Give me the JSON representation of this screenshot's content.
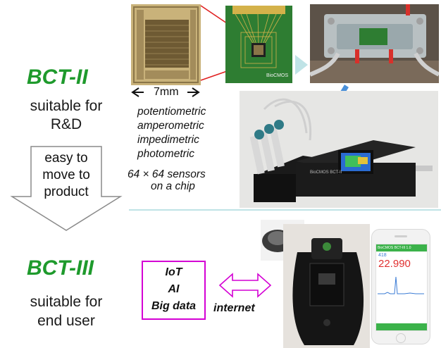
{
  "bct2": {
    "title": "BCT-II",
    "line1": "suitable for",
    "line2": "R&D"
  },
  "arrow_down": {
    "line1": "easy to",
    "line2": "move to",
    "line3": "product"
  },
  "scale": {
    "label": "7mm"
  },
  "sensor_modes": [
    "potentiometric",
    "amperometric",
    "impedimetric",
    "photometric"
  ],
  "sensor_count": {
    "line1": "64 × 64 sensors",
    "line2": "on a chip"
  },
  "chip_board_label": "BioCMOS",
  "device_label": "BioCMOS BCT-II",
  "bct3": {
    "title": "BCT-III",
    "line1": "suitable for",
    "line2": "end user"
  },
  "features_box": {
    "line1": "IoT",
    "line2": "AI",
    "line3": "Big data"
  },
  "connection_label": "internet",
  "phone_screen": {
    "header": "BioCMOS BCT-III 1.0",
    "small_value": "418",
    "big_value": "22.990"
  },
  "colors": {
    "green": "#1e9a2c",
    "magenta": "#d400d4",
    "arrow_blue": "#4a90d9"
  }
}
